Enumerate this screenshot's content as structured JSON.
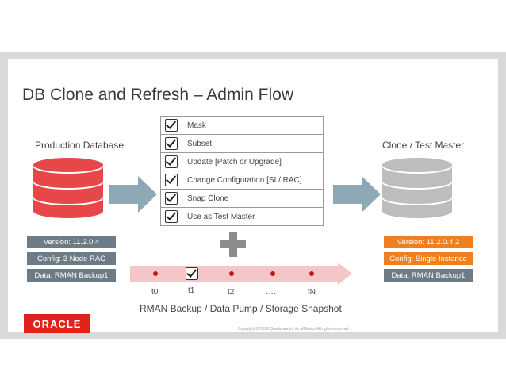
{
  "title": "DB Clone and Refresh – Admin Flow",
  "left": {
    "label": "Production Database",
    "tags": [
      "Version: 11.2.0.4",
      "Config: 3 Node RAC",
      "Data: RMAN Backup1"
    ]
  },
  "right": {
    "label": "Clone / Test Master",
    "tags": [
      "Version: 11.2.0.4.2",
      "Config: Single Instance",
      "Data: RMAN Backup1"
    ]
  },
  "steps": [
    "Mask",
    "Subset",
    "Update [Patch or Upgrade]",
    "Change Configuration [SI / RAC]",
    "Snap Clone",
    "Use as Test Master"
  ],
  "timeline": {
    "ticks": [
      "t0",
      "t1",
      "t2",
      "….",
      "tN"
    ],
    "caption": "RMAN Backup / Data Pump / Storage Snapshot"
  },
  "logo": "ORACLE",
  "copyright": "Copyright © 2016 Oracle and/or its affiliates. All rights reserved.",
  "colors": {
    "prod_db": "#e8474a",
    "clone_db": "#bdbdbd",
    "arrow": "#8ea9b5",
    "tag_grey": "#6d7b86",
    "tag_orange": "#f07f1f",
    "timeline_arrow": "#f4c6c8",
    "dot": "#c0161b",
    "plus": "#8c8c8c",
    "oracle_red": "#e2211c"
  },
  "icons": {
    "prod_db": "database-stack-icon",
    "clone_db": "database-stack-icon",
    "plus": "plus-icon",
    "checkbox": "checkbox-checked-icon"
  }
}
